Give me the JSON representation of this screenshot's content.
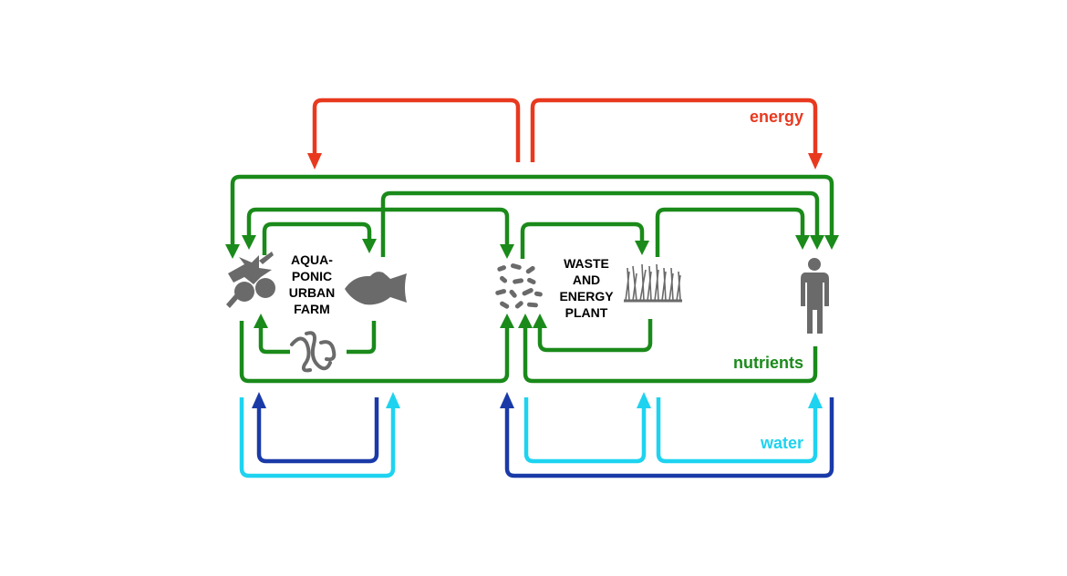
{
  "diagram": {
    "legend": {
      "energy": "energy",
      "nutrients": "nutrients",
      "water": "water"
    },
    "nodes": {
      "aquaponic_farm": [
        "AQUA-",
        "PONIC",
        "URBAN",
        "FARM"
      ],
      "waste_energy_plant": [
        "WASTE",
        "AND",
        "ENERGY",
        "PLANT"
      ]
    },
    "icons": {
      "plants": "tomato-plant-icon",
      "fish": "fish-icon",
      "worms": "worms-icon",
      "bacteria": "bacteria-icon",
      "reeds": "reeds-icon",
      "person": "person-icon"
    },
    "colors": {
      "energy": "#e8391f",
      "nutrients": "#1a8a1a",
      "water_clean": "#1ed3f0",
      "water_waste": "#1a3aa8",
      "icon": "#6a6a6a"
    }
  }
}
